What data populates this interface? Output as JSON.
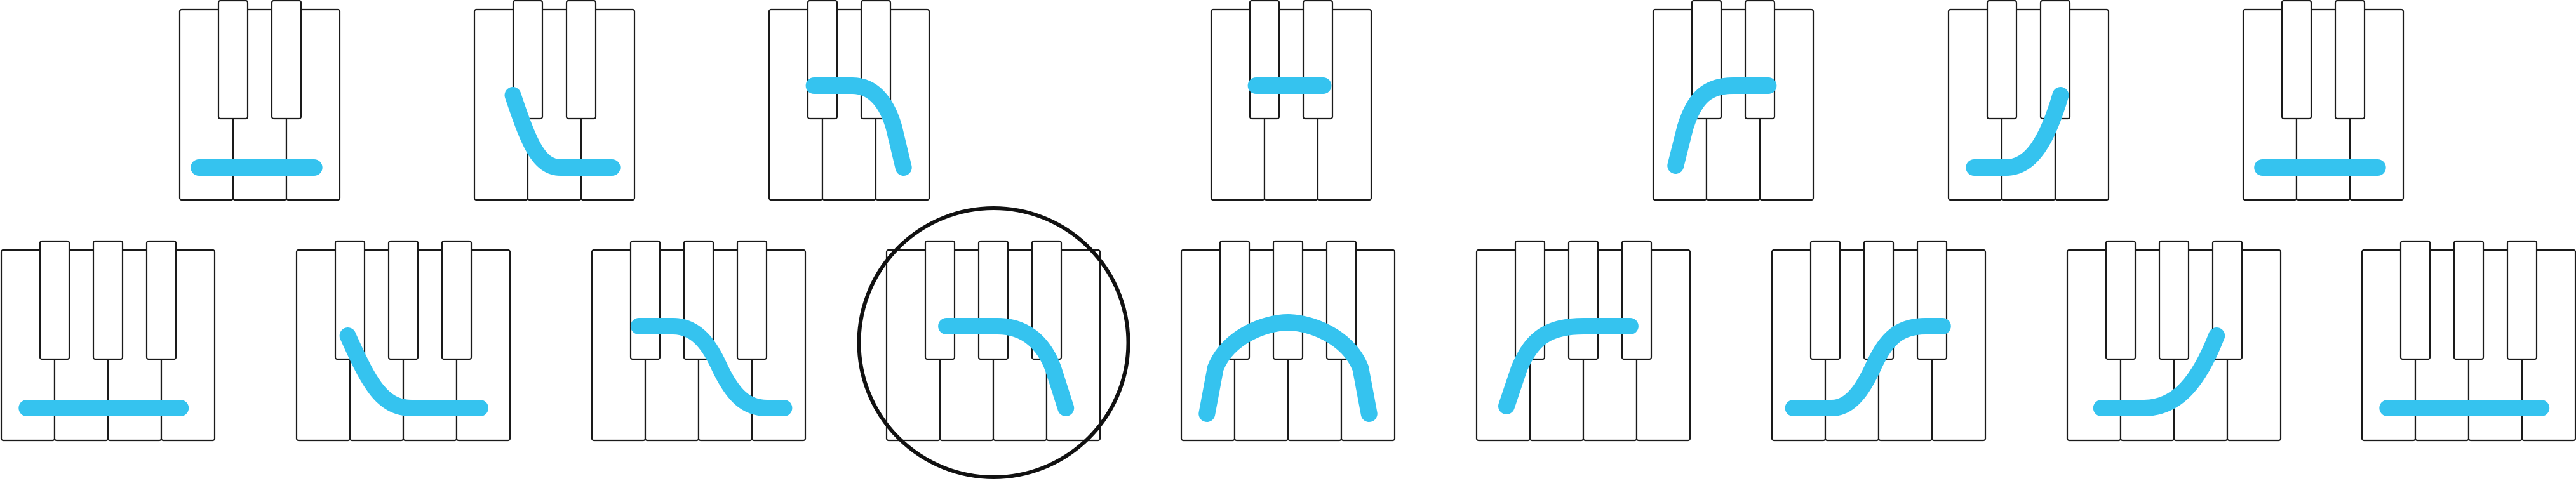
{
  "colors": {
    "gesture": "#35c3ef",
    "key_outline": "#1a1a1a",
    "highlight": "#111111"
  },
  "rows": [
    {
      "name": "top-row",
      "keyboards": [
        {
          "keys": 3,
          "gesture": "flat-bottom"
        },
        {
          "keys": 3,
          "gesture": "down-from-top-left"
        },
        {
          "keys": 3,
          "gesture": "flat-top-then-down-right"
        },
        {
          "keys": 3,
          "gesture": "flat-top-short"
        },
        {
          "keys": 3,
          "gesture": "up-from-bottom-left"
        },
        {
          "keys": 3,
          "gesture": "up-to-top-right"
        },
        {
          "keys": 3,
          "gesture": "flat-bottom"
        }
      ]
    },
    {
      "name": "bottom-row",
      "keyboards": [
        {
          "keys": 4,
          "gesture": "flat-bottom"
        },
        {
          "keys": 4,
          "gesture": "down-from-top-left"
        },
        {
          "keys": 4,
          "gesture": "top-then-down-to-bottom-right"
        },
        {
          "keys": 4,
          "gesture": "flat-top-then-down-right",
          "highlighted": true
        },
        {
          "keys": 4,
          "gesture": "arch"
        },
        {
          "keys": 4,
          "gesture": "up-from-bottom-left"
        },
        {
          "keys": 4,
          "gesture": "bottom-then-up-to-top-right"
        },
        {
          "keys": 4,
          "gesture": "up-to-top-right"
        },
        {
          "keys": 4,
          "gesture": "flat-bottom"
        }
      ]
    }
  ]
}
